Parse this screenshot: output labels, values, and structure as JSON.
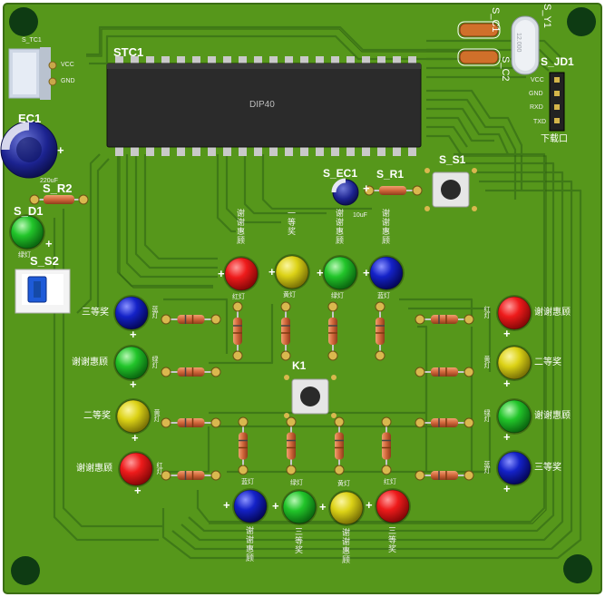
{
  "colors": {
    "board": "#56971b",
    "trace": "#3f7a18",
    "trace_dark": "#2f6012",
    "silk": "#ffffff",
    "ic_body": "#2b2b2b",
    "led_red": "#ee1b1b",
    "led_yellow": "#dcd216",
    "led_green": "#22c52a",
    "led_blue": "#1422c8"
  },
  "labels": {
    "s_tc1": "S_TC1",
    "vcc": "VCC",
    "gnd": "GND",
    "ec1": "EC1",
    "ec1_val": "220uF",
    "s_r2": "S_R2",
    "s_d1": "S_D1",
    "s_d1_sub": "绿灯",
    "s_s2": "S_S2",
    "stc1": "STC1",
    "ic_text": "DIP40",
    "s_c1": "S_C1",
    "s_c2": "S_C2",
    "s_y1": "S_Y1",
    "xtal_text": "12.000",
    "s_jd1": "S_JD1",
    "jd_pins": [
      "VCC",
      "GND",
      "RXD",
      "TXD"
    ],
    "download": "下载口",
    "s_ec1": "S_EC1",
    "s_ec1_val": "10uF",
    "s_r1": "S_R1",
    "s_s1": "S_S1",
    "k1": "K1"
  },
  "top_leds": [
    {
      "color": "red",
      "cn": "红灯",
      "vtext": "谢谢惠顾"
    },
    {
      "color": "yellow",
      "cn": "黄灯",
      "vtext": "一等奖"
    },
    {
      "color": "green",
      "cn": "绿灯",
      "vtext": "谢谢惠顾"
    },
    {
      "color": "blue",
      "cn": "蓝灯",
      "vtext": "谢谢惠顾"
    }
  ],
  "left_leds": [
    {
      "color": "blue",
      "text": "三等奖",
      "cn": "蓝灯"
    },
    {
      "color": "green",
      "text": "谢谢惠顾",
      "cn": "绿灯"
    },
    {
      "color": "yellow",
      "text": "二等奖",
      "cn": "黄灯"
    },
    {
      "color": "red",
      "text": "谢谢惠顾",
      "cn": "红灯"
    }
  ],
  "right_leds": [
    {
      "color": "red",
      "text": "谢谢惠顾",
      "cn": "红灯"
    },
    {
      "color": "yellow",
      "text": "二等奖",
      "cn": "黄灯"
    },
    {
      "color": "green",
      "text": "谢谢惠顾",
      "cn": "绿灯"
    },
    {
      "color": "blue",
      "text": "三等奖",
      "cn": "蓝灯"
    }
  ],
  "bottom_leds": [
    {
      "color": "blue",
      "cn": "蓝灯",
      "vtext": "谢谢惠顾"
    },
    {
      "color": "green",
      "cn": "绿灯",
      "vtext": "三等奖"
    },
    {
      "color": "yellow",
      "cn": "黄灯",
      "vtext": "谢谢惠顾"
    },
    {
      "color": "red",
      "cn": "红灯",
      "vtext": "三等奖"
    }
  ]
}
